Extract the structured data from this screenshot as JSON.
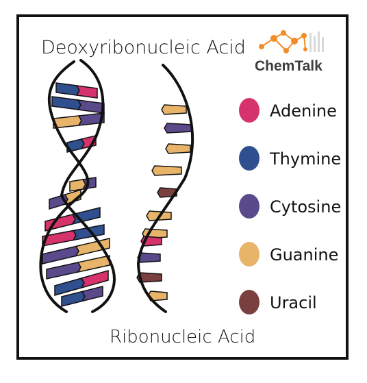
{
  "diagram": {
    "dna_title": "Deoxyribonucleic Acid",
    "rna_title": "Ribonucleic Acid",
    "logo": {
      "text": "ChemTalk",
      "color": "#3b3b3b",
      "accent": "#f28c28"
    },
    "legend": [
      {
        "label": "Adenine",
        "color": "#d6336c"
      },
      {
        "label": "Thymine",
        "color": "#2f4f8f"
      },
      {
        "label": "Cytosine",
        "color": "#5a4a8c"
      },
      {
        "label": "Guanine",
        "color": "#e7b46a"
      },
      {
        "label": "Uracil",
        "color": "#7a4040"
      }
    ],
    "dna_pairs": [
      [
        "Thymine",
        "Adenine"
      ],
      [
        "Thymine",
        "Cytosine"
      ],
      [
        "Guanine",
        "Cytosine"
      ],
      [
        "Thymine",
        "Adenine"
      ],
      [
        "Guanine",
        "Cytosine"
      ],
      [
        "Cytosine",
        "Guanine"
      ],
      [
        "Adenine",
        "Thymine"
      ],
      [
        "Adenine",
        "Thymine"
      ],
      [
        "Cytosine",
        "Guanine"
      ],
      [
        "Cytosine",
        "Guanine"
      ],
      [
        "Thymine",
        "Adenine"
      ],
      [
        "Thymine",
        "Cytosine"
      ]
    ],
    "rna_bases": [
      "Guanine",
      "Cytosine",
      "Guanine",
      "Guanine",
      "Uracil",
      "Guanine",
      "Guanine",
      "Adenine",
      "Cytosine",
      "Uracil",
      "Guanine"
    ]
  }
}
